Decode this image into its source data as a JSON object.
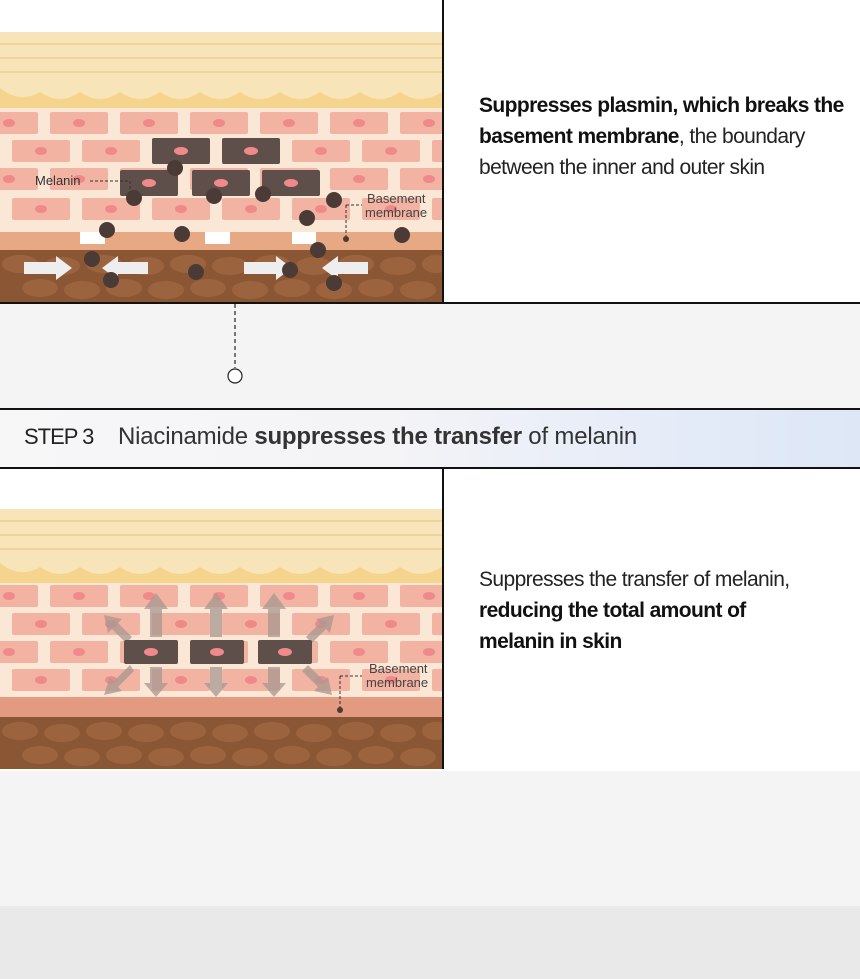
{
  "top": {
    "labels": {
      "melanin": "Melanin",
      "basement_line1": "Basement",
      "basement_line2": "membrane"
    },
    "description": {
      "bold1": "Suppresses plasmin, which breaks the",
      "bold2": "basement membrane",
      "rest2": ", the boundary",
      "line3": "between the inner and outer skin"
    }
  },
  "step": {
    "label": "STEP 3",
    "text_pre": "Niacinamide ",
    "text_bold": "suppresses the transfer",
    "text_post": " of melanin"
  },
  "bottom": {
    "labels": {
      "basement_line1": "Basement",
      "basement_line2": "membrane"
    },
    "description": {
      "line1": "Suppresses the transfer of melanin,",
      "bold1": "reducing the total amount of",
      "bold2": "melanin in skin"
    }
  },
  "colors": {
    "stratum": "#f6e3b8",
    "cell": "#f2b3a3",
    "cell_nucleus": "#f08a8a",
    "melanocyte": "#5e4f4a",
    "melanin_dot": "#4a3b36",
    "dermis": "#8b5634",
    "basement": "#e7a884"
  }
}
